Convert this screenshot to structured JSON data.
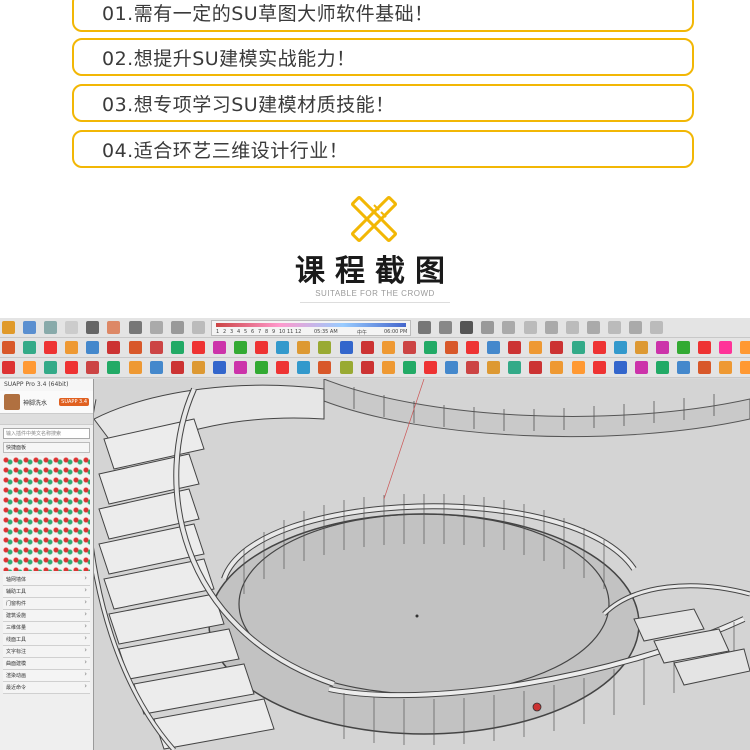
{
  "requirements": [
    "01.需有一定的SU草图大师软件基础！",
    "02.想提升SU建模实战能力！",
    "03.想专项学习SU建模材质技能！",
    "04.适合环艺三维设计行业！"
  ],
  "section": {
    "icon": "pencil-ruler-icon",
    "title": "课程截图",
    "subtitle": "SUITABLE FOR THE CROWD"
  },
  "toolbar": {
    "shadow_ticks": [
      "1",
      "2",
      "3",
      "4",
      "5",
      "6",
      "7",
      "8",
      "9",
      "10",
      "11",
      "12"
    ],
    "time_start": "05:35 AM",
    "time_mid": "中午",
    "time_end": "06:00 PM"
  },
  "panel": {
    "title": "SUAPP Pro 3.4 (64bit)",
    "user_name": "神脚洗水",
    "version_badge": "SUAPP 3.4",
    "search_placeholder": "输入插件中英文名称搜索",
    "shortcut_panel": "快捷面板",
    "menu_items": [
      "轴网墙体",
      "辅助工具",
      "门窗构件",
      "建筑设施",
      "三维体量",
      "线面工具",
      "文字标注",
      "曲面建模",
      "渲染动画",
      "最近命令"
    ]
  },
  "colors": {
    "accent_yellow": "#f2b705",
    "icon_orange": "#d8582a",
    "viewport_gray": "#d6d6d6"
  }
}
